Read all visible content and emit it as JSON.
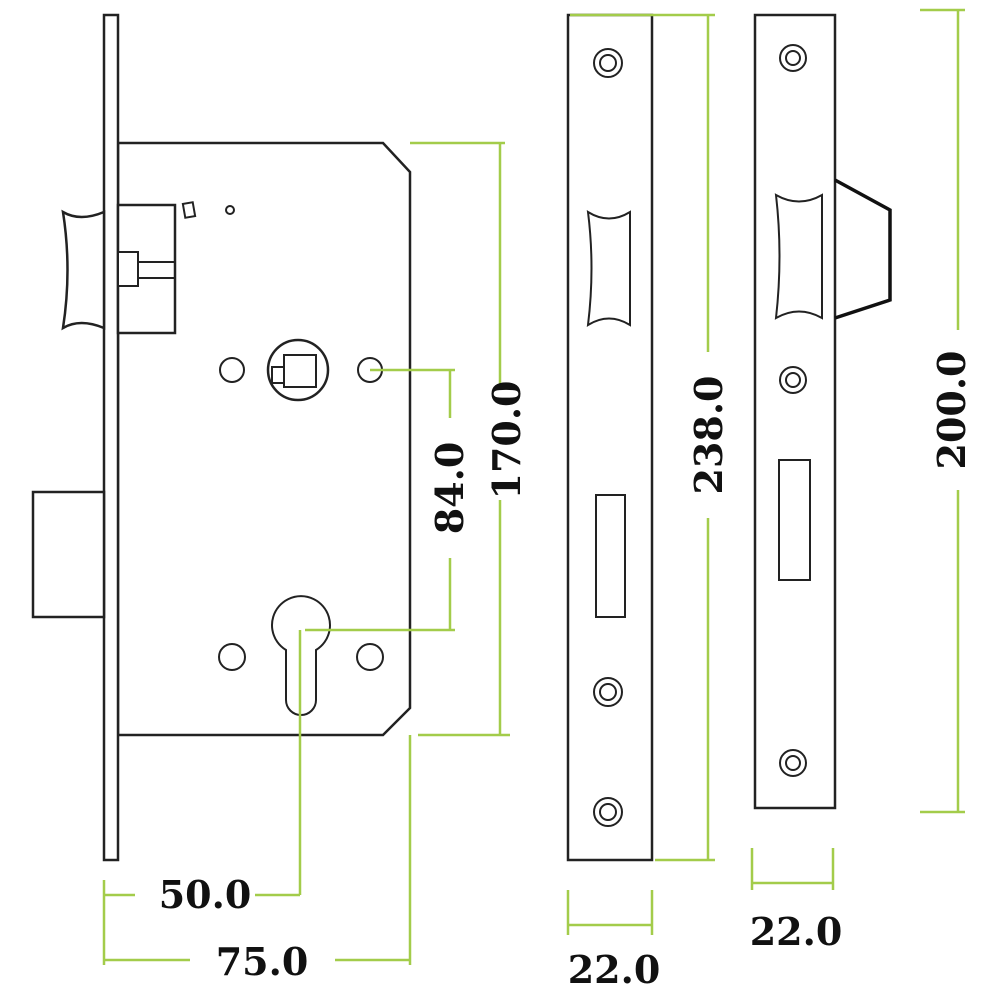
{
  "dimensions": {
    "backset_cylinder": "50.0",
    "backset_total": "75.0",
    "centres": "84.0",
    "case_height": "170.0",
    "forend_length": "238.0",
    "strike_length": "200.0",
    "forend_width": "22.0",
    "strike_width": "22.0"
  },
  "colors": {
    "dimension_line": "#a3cc4a",
    "outline": "#222222"
  }
}
